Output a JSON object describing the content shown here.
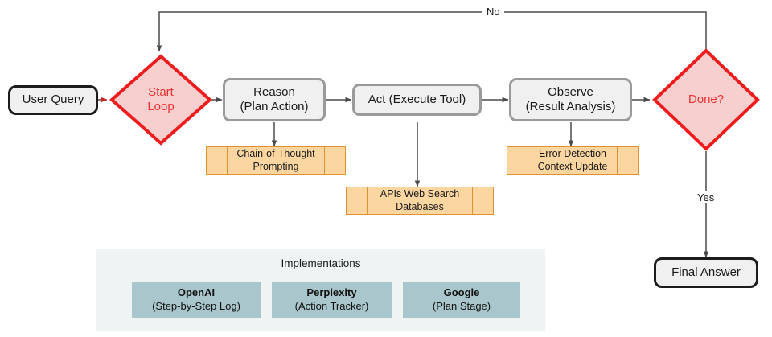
{
  "diagram": {
    "nodes": {
      "user_query": "User Query",
      "start_loop_line1": "Start",
      "start_loop_line2": "Loop",
      "reason_line1": "Reason",
      "reason_line2": "(Plan Action)",
      "act": "Act (Execute Tool)",
      "observe_line1": "Observe",
      "observe_line2": "(Result Analysis)",
      "done": "Done?",
      "final_answer": "Final Answer"
    },
    "notes": {
      "reason_note_line1": "Chain-of-Thought",
      "reason_note_line2": "Prompting",
      "act_note_line1": "APIs Web Search",
      "act_note_line2": "Databases",
      "observe_note_line1": "Error Detection",
      "observe_note_line2": "Context Update"
    },
    "edge_labels": {
      "no": "No",
      "yes": "Yes"
    }
  },
  "implementations": {
    "title": "Implementations",
    "cards": [
      {
        "name": "OpenAI",
        "detail": "(Step-by-Step Log)"
      },
      {
        "name": "Perplexity",
        "detail": "(Action Tracker)"
      },
      {
        "name": "Google",
        "detail": "(Plan Stage)"
      }
    ]
  },
  "colors": {
    "decision_stroke": "#ee1c1c",
    "decision_fill": "#f7cfcf",
    "note_fill": "#fbd6a0",
    "note_stroke": "#e0912f",
    "card_fill": "#a8c6cb",
    "panel_fill": "#eef3f3",
    "process_stroke": "#9a9a9a",
    "terminal_stroke": "#1c1c1c"
  }
}
